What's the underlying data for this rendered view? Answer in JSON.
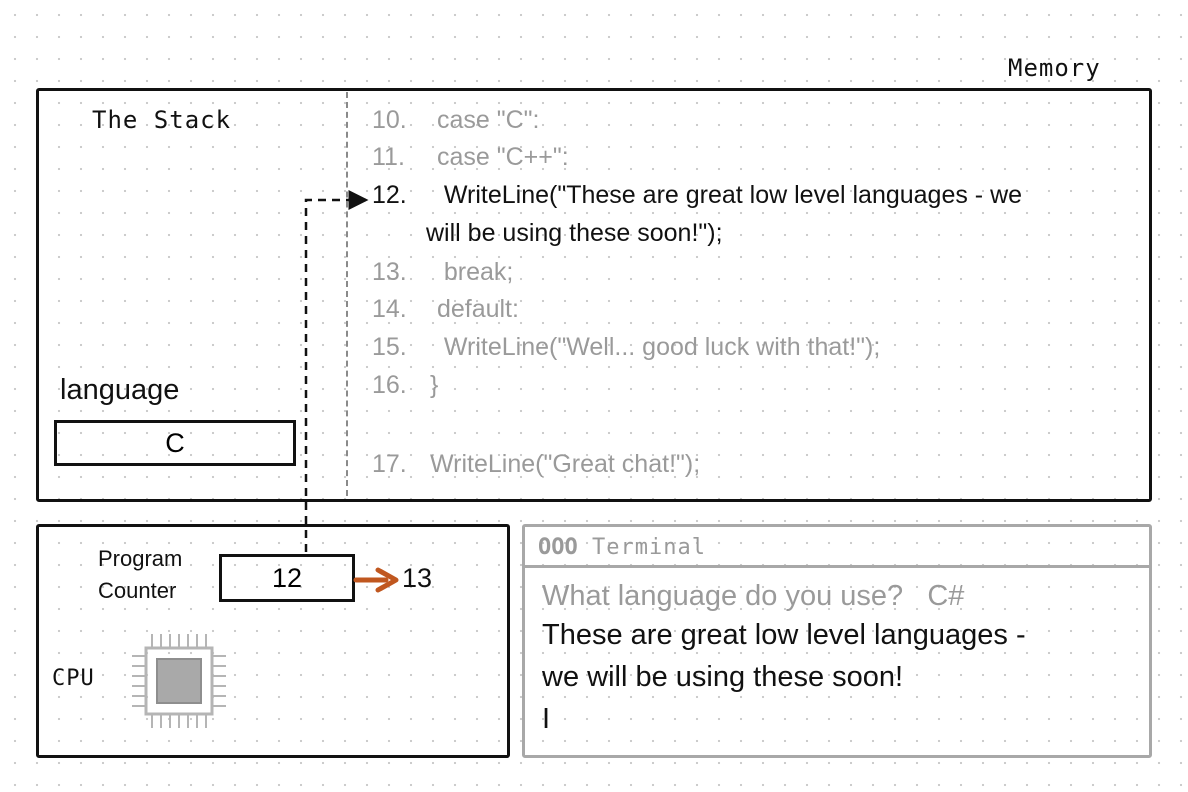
{
  "memory": {
    "title": "Memory",
    "stack_title": "The Stack"
  },
  "code": {
    "lines": [
      {
        "num": "10.",
        "text": " case \"C\":"
      },
      {
        "num": "11.",
        "text": " case \"C++\":"
      },
      {
        "num": "12.",
        "text": "  WriteLine(\"These are great low level languages - we",
        "cont": "will be using these soon!\");"
      },
      {
        "num": "13.",
        "text": "  break;"
      },
      {
        "num": "14.",
        "text": " default:"
      },
      {
        "num": "15.",
        "text": "  WriteLine(\"Well... good luck with that!\");"
      },
      {
        "num": "16.",
        "text": "}"
      },
      {
        "num": "17.",
        "text": "WriteLine(\"Great chat!\");"
      }
    ]
  },
  "variable": {
    "name": "language",
    "value": "C"
  },
  "cpu": {
    "label": "CPU",
    "pc_label_line1": "Program",
    "pc_label_line2": "Counter",
    "pc_value": "12",
    "pc_next": "13"
  },
  "terminal": {
    "dots": "OOO",
    "title": "Terminal",
    "prompt": "What language do you use?",
    "input": "C#",
    "output_line1": "These are great low level languages -",
    "output_line2": "we will be using these soon!",
    "cursor": "I"
  },
  "colors": {
    "arrow": "#c0571f",
    "dim": "#9a9a9a",
    "ink": "#111111"
  }
}
